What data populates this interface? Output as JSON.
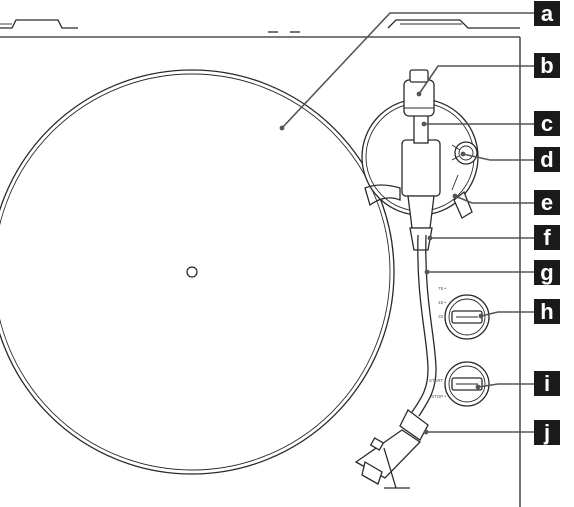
{
  "callouts": [
    "a",
    "b",
    "c",
    "d",
    "e",
    "f",
    "g",
    "h",
    "i",
    "j"
  ],
  "switch_labels": {
    "speed_78": "78 •",
    "speed_45": "45 •",
    "speed_33": "33 •",
    "start": "START •",
    "stop": "STOP •"
  }
}
